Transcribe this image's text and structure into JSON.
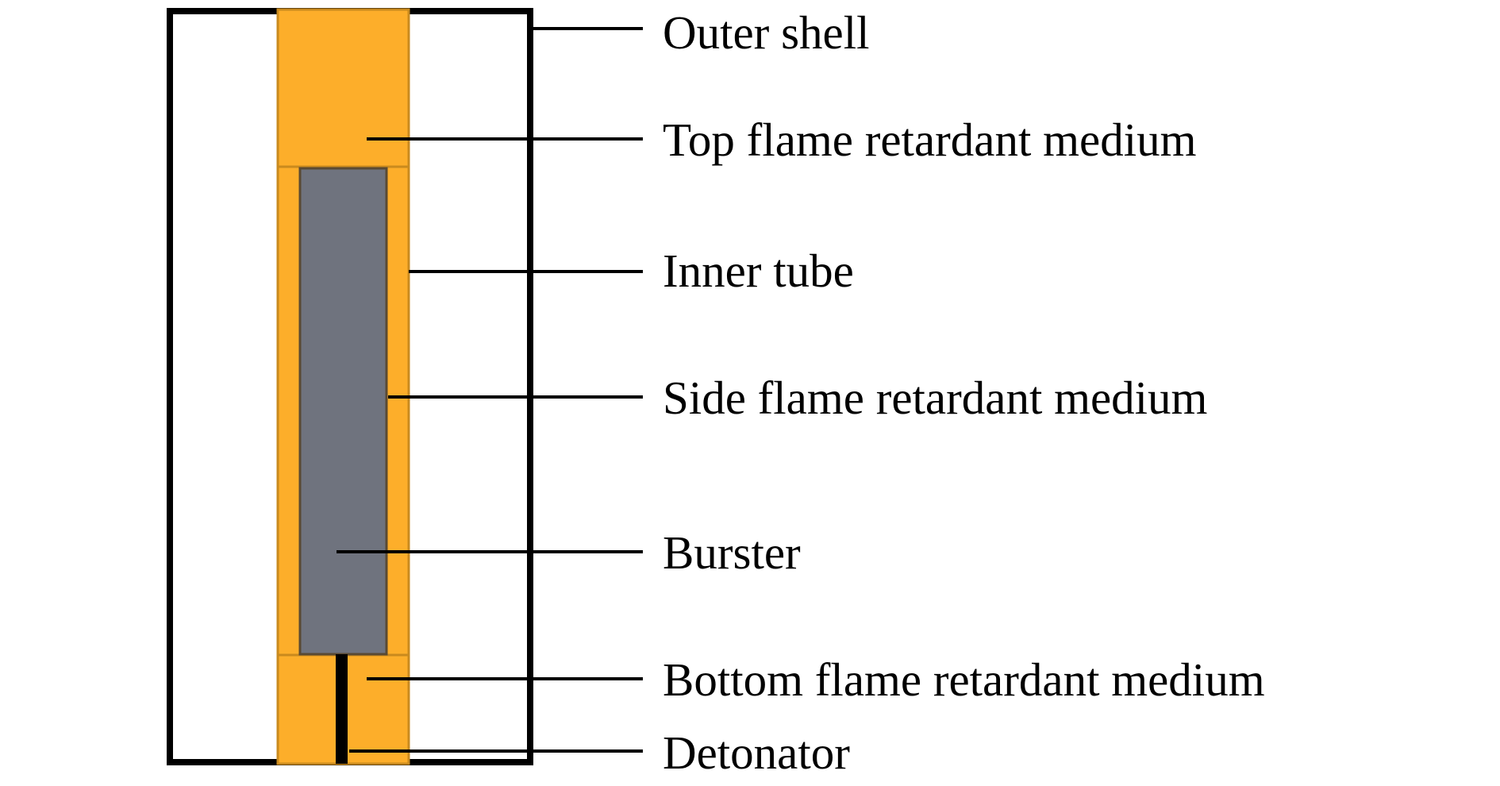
{
  "colors": {
    "outline": "#000000",
    "flame_retardant_medium": "#FDAE2A",
    "medium_border": "#C98A1E",
    "burster": "#6F737E",
    "burster_border": "#5A4A33",
    "background": "#FFFFFF"
  },
  "labels": {
    "outer_shell": "Outer shell",
    "top_medium": "Top flame retardant medium",
    "inner_tube": "Inner tube",
    "side_medium": "Side flame retardant medium",
    "burster": "Burster",
    "bottom_medium": "Bottom flame retardant medium",
    "detonator": "Detonator"
  }
}
